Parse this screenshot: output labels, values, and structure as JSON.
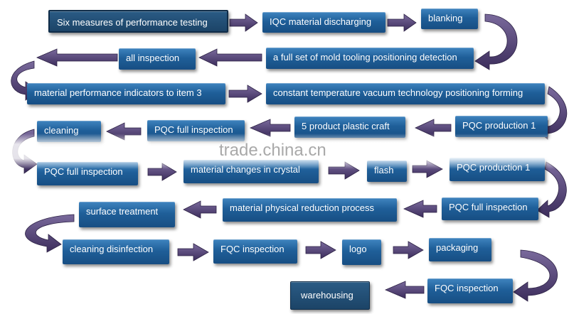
{
  "watermark": "trade.china.cn",
  "steps": {
    "s1": "Six measures of performance testing",
    "s2": "IQC material discharging",
    "s3": "blanking",
    "s4": "a full set of mold tooling positioning detection",
    "s5": "all inspection",
    "s6": "material performance indicators to item 3",
    "s7": "constant temperature vacuum technology positioning forming",
    "s8": "PQC production 1",
    "s9": "5 product plastic craft",
    "s10": "PQC full inspection",
    "s11": "cleaning",
    "s12": "PQC full inspection",
    "s13": "material changes in crystal",
    "s14": "flash",
    "s15": "PQC production 1",
    "s16": "PQC full inspection",
    "s17": "material physical reduction process",
    "s18": "surface treatment",
    "s19": "cleaning disinfection",
    "s20": "FQC inspection",
    "s21": "logo",
    "s22": "packaging",
    "s23": "FQC inspection",
    "s24": "warehousing"
  },
  "colors": {
    "box": "#1f5f99",
    "arrow": "#4a3a6b"
  }
}
